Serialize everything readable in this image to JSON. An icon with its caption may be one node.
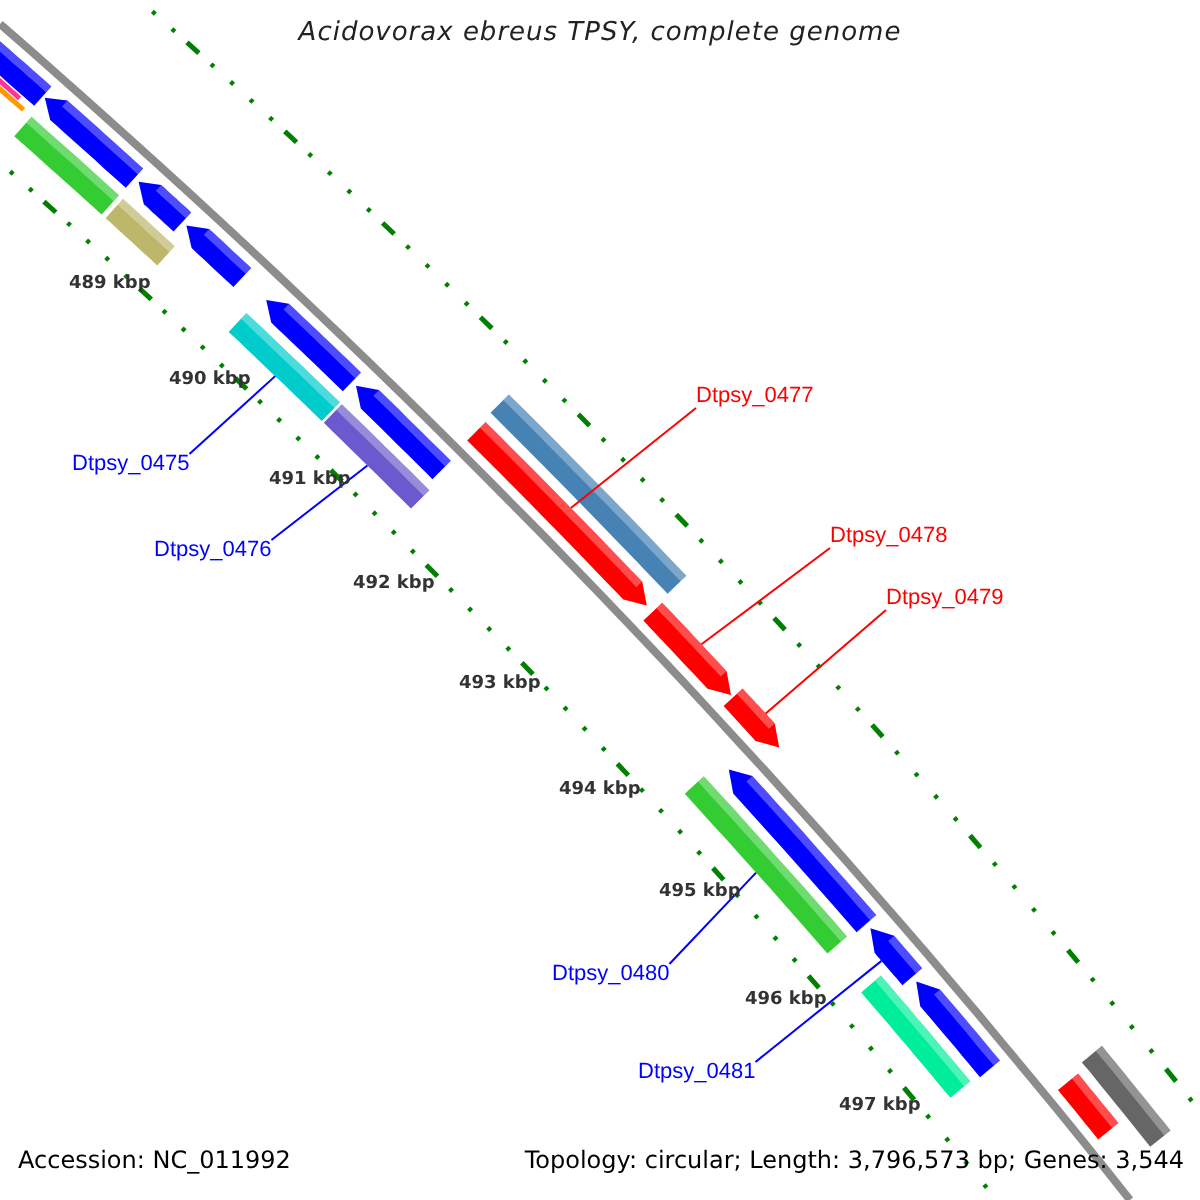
{
  "diagram": {
    "title": "Acidovorax ebreus TPSY, complete genome",
    "nodes": [
      {
        "text": [
          "Dtpsy_0475"
        ]
      },
      {
        "text": [
          "Dtpsy_0476"
        ]
      },
      {
        "text": [
          "Dtpsy_0477"
        ]
      },
      {
        "text": [
          "Dtpsy_0478"
        ]
      },
      {
        "text": [
          "Dtpsy_0479"
        ]
      },
      {
        "text": [
          "Dtpsy_0480"
        ]
      },
      {
        "text": [
          "Dtpsy_0481"
        ]
      },
      {
        "text": [],
        "shape": "bar"
      },
      {
        "text": [],
        "shape": "bar"
      },
      {
        "text": [],
        "shape": "arrow"
      },
      {
        "text": [],
        "shape": "bar"
      },
      {
        "text": [],
        "shape": "arrow"
      },
      {
        "text": [],
        "shape": "bar"
      },
      {
        "text": [],
        "shape": "arrow"
      },
      {
        "text": [],
        "shape": "arrow"
      },
      {
        "text": [],
        "shape": "arrow"
      },
      {
        "text": [],
        "shape": "bar"
      },
      {
        "text": [],
        "shape": "arrow"
      },
      {
        "text": [],
        "shape": "bar"
      },
      {
        "text": [],
        "shape": "bar"
      },
      {
        "text": [],
        "shape": "arrow"
      },
      {
        "text": [],
        "shape": "arrow"
      },
      {
        "text": [],
        "shape": "arrow"
      },
      {
        "text": [],
        "shape": "bar"
      },
      {
        "text": [],
        "shape": "arrow"
      },
      {
        "text": [],
        "shape": "arrow"
      },
      {
        "text": [],
        "shape": "bar"
      },
      {
        "text": [],
        "shape": "arrow"
      },
      {
        "text": [],
        "shape": "bar"
      },
      {
        "text": [],
        "shape": "bar"
      }
    ],
    "edges": [
      {
        "from": 0,
        "to": 16,
        "arrow": "none"
      },
      {
        "from": 1,
        "to": 18,
        "arrow": "none"
      },
      {
        "from": 2,
        "to": 20,
        "arrow": "none",
        "color": "#ff0000"
      },
      {
        "from": 3,
        "to": 21,
        "arrow": "none",
        "color": "#ff0000"
      },
      {
        "from": 4,
        "to": 22,
        "arrow": "none",
        "color": "#ff0000"
      },
      {
        "from": 5,
        "to": 23,
        "arrow": "none"
      },
      {
        "from": 6,
        "to": 25,
        "arrow": "none"
      }
    ],
    "labels": [
      "489 kbp",
      "490 kbp",
      "491 kbp",
      "492 kbp",
      "493 kbp",
      "494 kbp",
      "495 kbp",
      "496 kbp",
      "497 kbp",
      "Accession: NC_011992",
      "Topology: circular; Length: 3,796,573 bp; Genes: 3,544"
    ]
  }
}
